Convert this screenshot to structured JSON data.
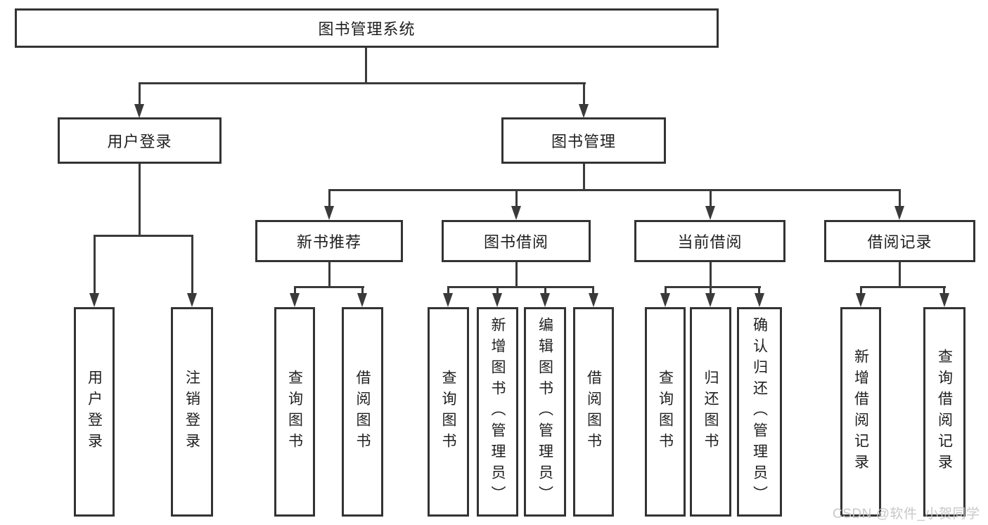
{
  "colors": {
    "line": "#3a3a3a",
    "box_border": "#333333",
    "box_bg": "#ffffff",
    "text": "#1f1f1f",
    "watermark": "#c6c6c6",
    "background": "#ffffff"
  },
  "nodes": {
    "root": {
      "label": "图书管理系统"
    },
    "user_login": {
      "label": "用户登录"
    },
    "book_mgmt": {
      "label": "图书管理"
    },
    "new_book_rec": {
      "label": "新书推荐"
    },
    "book_borrow": {
      "label": "图书借阅"
    },
    "current_borrow": {
      "label": "当前借阅"
    },
    "borrow_records": {
      "label": "借阅记录"
    },
    "leaf_user_login": {
      "label": "用户登录"
    },
    "leaf_logout": {
      "label": "注销登录"
    },
    "leaf_query_books_rec": {
      "label": "查询图书"
    },
    "leaf_borrow_books_rec": {
      "label": "借阅图书"
    },
    "leaf_query_books_borrow": {
      "label": "查询图书"
    },
    "leaf_add_book_admin": {
      "label": "新增图书（管理员）"
    },
    "leaf_edit_book_admin": {
      "label": "编辑图书（管理员）"
    },
    "leaf_borrow_books_borrow": {
      "label": "借阅图书"
    },
    "leaf_query_books_current": {
      "label": "查询图书"
    },
    "leaf_return_book": {
      "label": "归还图书"
    },
    "leaf_confirm_return_admin": {
      "label": "确认归还（管理员）"
    },
    "leaf_add_borrow_record": {
      "label": "新增借阅记录"
    },
    "leaf_query_borrow_record": {
      "label": "查询借阅记录"
    }
  },
  "watermark": {
    "text": "CSDN @软件_小贺同学"
  }
}
